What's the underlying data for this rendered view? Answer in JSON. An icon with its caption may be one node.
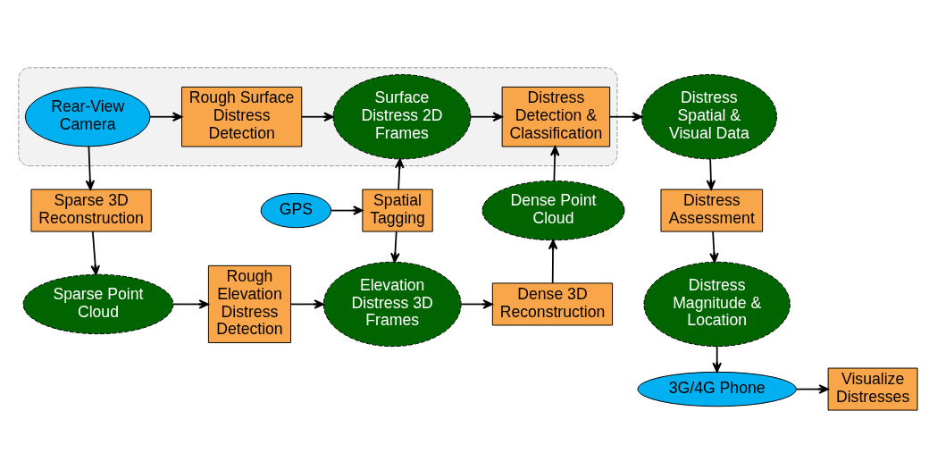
{
  "diagram": {
    "nodes": [
      {
        "text": [],
        "shape": "box"
      },
      {
        "text": [
          "Rear-View Camera"
        ],
        "in": 0
      },
      {
        "text": [
          "Rough Surface Distress Detection"
        ],
        "in": 0
      },
      {
        "text": [
          "Surface Distress 2D Frames"
        ],
        "in": 0
      },
      {
        "text": [
          "Distress Detection & Classification"
        ],
        "in": 0
      },
      {
        "text": [
          "Distress Spatial & Visual Data"
        ]
      },
      {
        "text": [
          "Sparse 3D Reconstruction"
        ]
      },
      {
        "text": [
          "GPS"
        ]
      },
      {
        "text": [
          "Spatial Tagging"
        ]
      },
      {
        "text": [
          "Dense Point Cloud"
        ]
      },
      {
        "text": [
          "Distress Assessment"
        ]
      },
      {
        "text": [
          "Sparse Point Cloud"
        ]
      },
      {
        "text": [
          "Rough Elevation Distress Detection"
        ]
      },
      {
        "text": [
          "Elevation Distress 3D Frames"
        ]
      },
      {
        "text": [
          "Dense 3D Reconstruction"
        ]
      },
      {
        "text": [
          "Distress Magnitude & Location"
        ]
      },
      {
        "text": [
          "Visualize Distresses"
        ]
      },
      {
        "text": [
          "3G/4G Phone"
        ]
      }
    ],
    "edges": [
      {
        "from": 1,
        "to": 2,
        "arrow": "to"
      },
      {
        "from": 2,
        "to": 3,
        "arrow": "to"
      },
      {
        "from": 3,
        "to": 4,
        "arrow": "to"
      },
      {
        "from": 4,
        "to": 5,
        "arrow": "to"
      },
      {
        "from": 1,
        "to": 6,
        "arrow": "to"
      },
      {
        "from": 7,
        "to": 8,
        "arrow": "to"
      },
      {
        "from": 8,
        "to": 3,
        "arrow": "to"
      },
      {
        "from": 8,
        "to": 13,
        "arrow": "to"
      },
      {
        "from": 9,
        "to": 4,
        "arrow": "to"
      },
      {
        "from": 5,
        "to": 10,
        "arrow": "to"
      },
      {
        "from": 6,
        "to": 11,
        "arrow": "to"
      },
      {
        "from": 11,
        "to": 12,
        "arrow": "to"
      },
      {
        "from": 12,
        "to": 13,
        "arrow": "to"
      },
      {
        "from": 13,
        "to": 14,
        "arrow": "to"
      },
      {
        "from": 14,
        "to": 9,
        "arrow": "to"
      },
      {
        "from": 10,
        "to": 15,
        "arrow": "to"
      },
      {
        "from": 15,
        "to": 17,
        "arrow": "to"
      },
      {
        "from": 17,
        "to": 16,
        "arrow": "to"
      }
    ]
  }
}
